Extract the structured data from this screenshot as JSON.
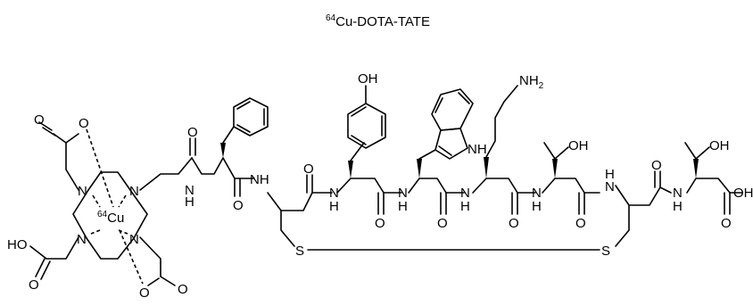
{
  "title": {
    "isotope": "64",
    "text": "Cu-DOTA-TATE"
  },
  "metal_label": {
    "isotope": "64",
    "symbol": "Cu"
  },
  "atoms": {
    "oxygen": "O",
    "nitrogen": "N",
    "sulfur": "S",
    "nh": "NH",
    "nh2": "NH",
    "nh2_sub": "2",
    "h": "H",
    "oh": "OH",
    "ho": "HO",
    "oh_tail": "OH"
  },
  "colors": {
    "ink": "#000000",
    "background": "#ffffff"
  }
}
